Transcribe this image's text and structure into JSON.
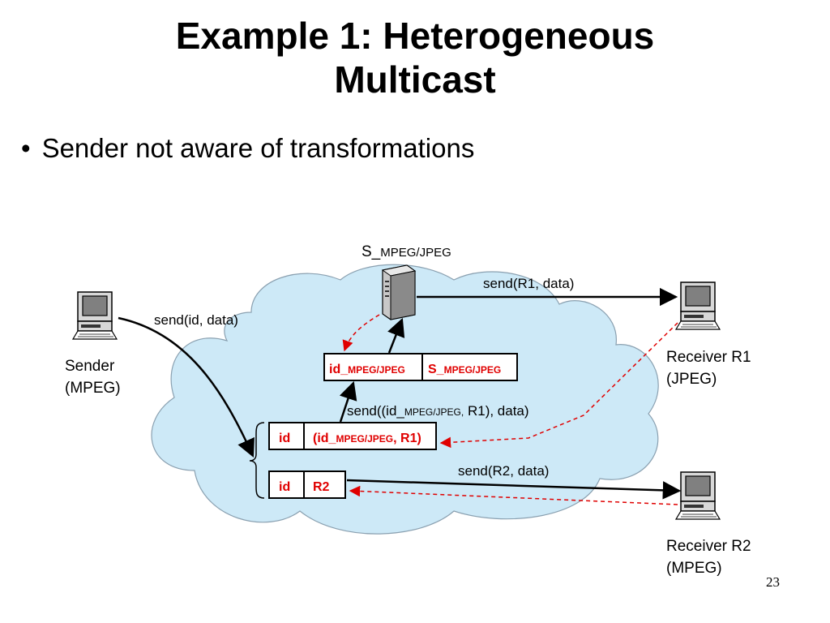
{
  "slide": {
    "title_line1": "Example 1: Heterogeneous",
    "title_line2": "Multicast",
    "bullet": "Sender not aware of transformations",
    "page_number": "23"
  },
  "nodes": {
    "sender": {
      "line1": "Sender",
      "line2": "(MPEG)"
    },
    "receiver_r1": {
      "line1": "Receiver R1",
      "line2": "(JPEG)"
    },
    "receiver_r2": {
      "line1": "Receiver R2",
      "line2": "(MPEG)"
    },
    "server": {
      "prefix": "S_",
      "sub": "MPEG/JPEG"
    }
  },
  "messages": {
    "send_id_data": "send(id, data)",
    "send_r1_data": "send(R1, data)",
    "send_r2_data": "send(R2, data)",
    "send_transformed_prefix": "send((id_",
    "send_transformed_sub": "MPEG/JPEG,",
    "send_transformed_suffix": " R1), data)"
  },
  "tables": {
    "server_row": {
      "cell1_prefix": "id_",
      "cell1_sub": "MPEG/JPEG",
      "cell2_prefix": "S_",
      "cell2_sub": "MPEG/JPEG"
    },
    "row_r1": {
      "cell1": "id",
      "cell2_prefix": "(id_",
      "cell2_sub": "MPEG/JPEG",
      "cell2_suffix": ", R1)"
    },
    "row_r2": {
      "cell1": "id",
      "cell2": "R2"
    }
  },
  "colors": {
    "cloud": "#cde9f7",
    "accent_red": "#e00000"
  }
}
